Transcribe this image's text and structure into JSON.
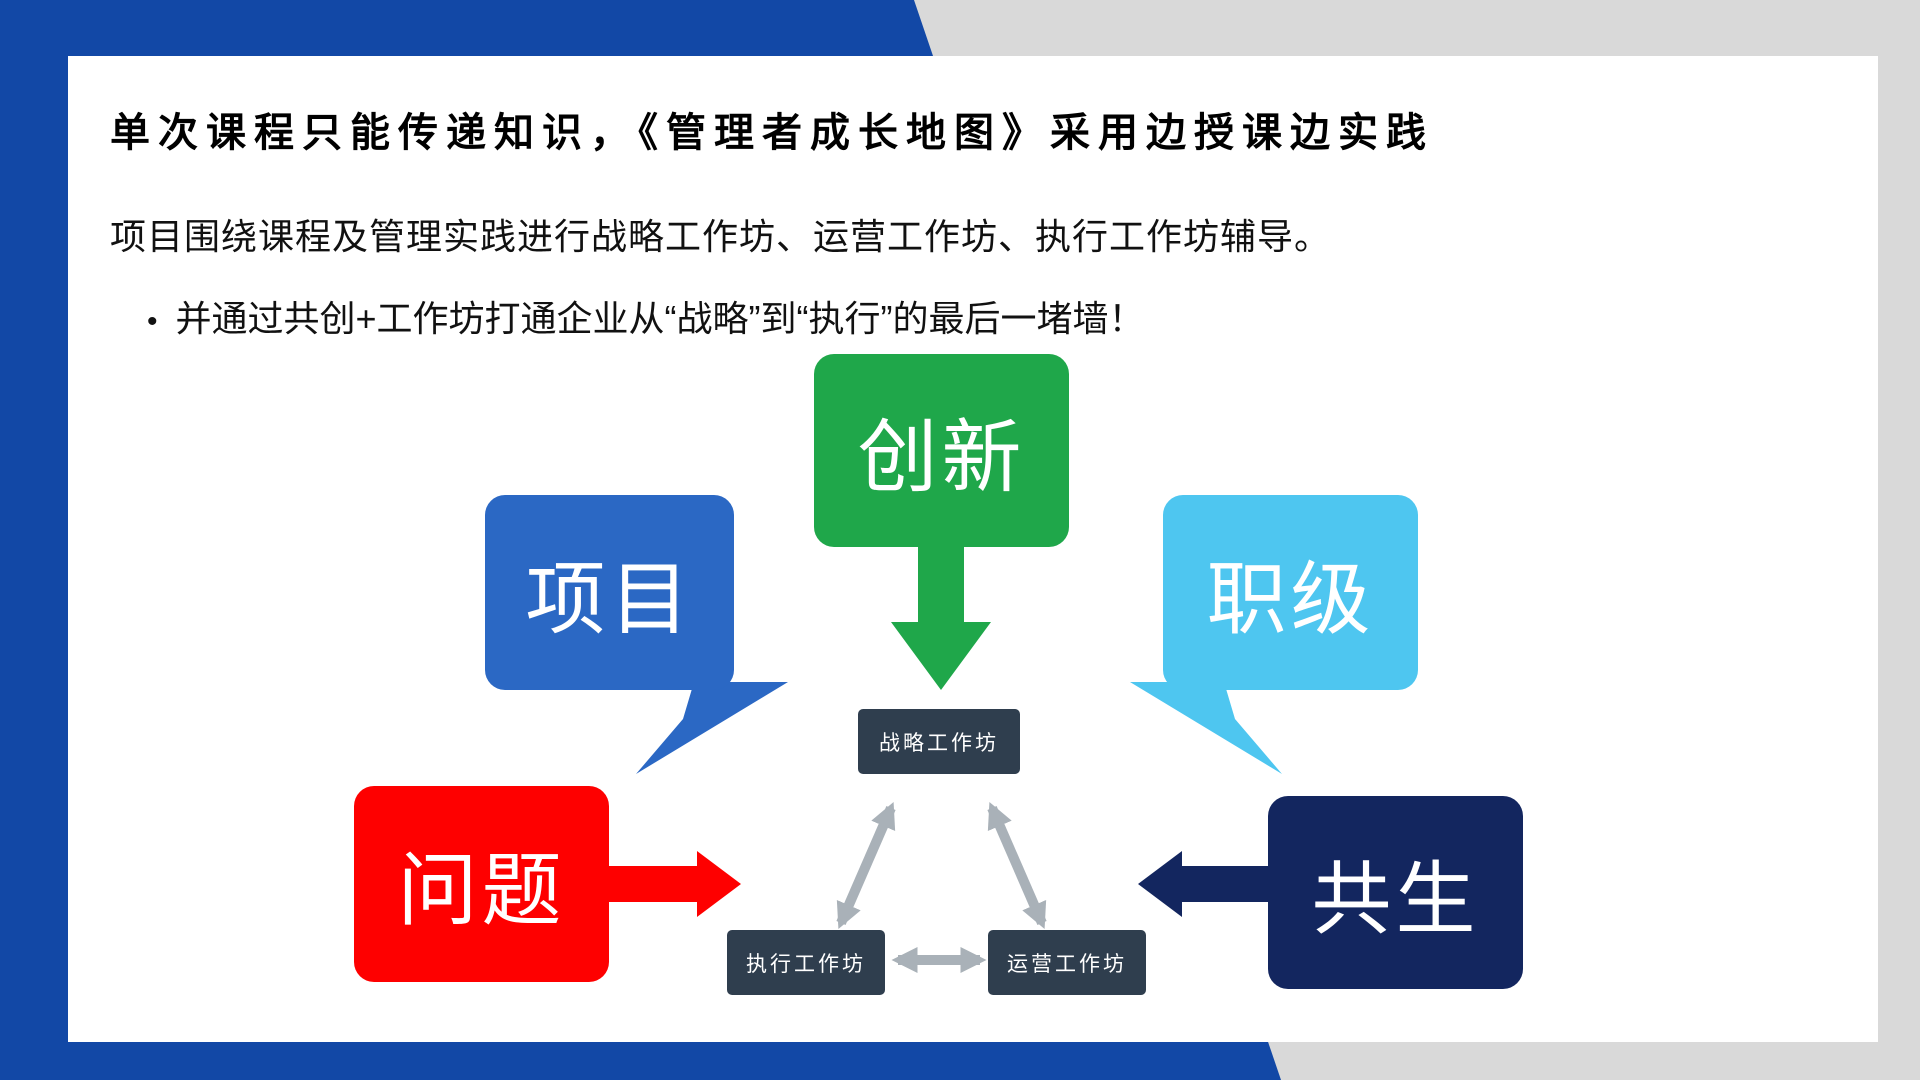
{
  "slide": {
    "title": "单次课程只能传递知识，《管理者成长地图》采用边授课边实践",
    "subtitle": "项目围绕课程及管理实践进行战略工作坊、运营工作坊、执行工作坊辅导。",
    "bullet_marker": "•",
    "bullet": "并通过共创+工作坊打通企业从“战略”到“执行”的最后一堵墙！"
  },
  "diagram": {
    "bubbles": {
      "innovation": "创新",
      "project": "项目",
      "rank": "职级",
      "problem": "问题",
      "symbiosis": "共生"
    },
    "workshops": {
      "strategy": "战略工作坊",
      "execution": "执行工作坊",
      "operation": "运营工作坊"
    }
  },
  "colors": {
    "background_gray": "#d9d9d9",
    "brand_blue": "#1248a6",
    "panel_white": "#ffffff",
    "green": "#1fa74a",
    "project_blue": "#2b68c4",
    "cyan": "#4ec6f0",
    "red": "#fe0000",
    "navy": "#13265f",
    "workshop_slate": "#2f3e4e",
    "connector_gray": "#a9b1b8",
    "text_black": "#000000"
  }
}
